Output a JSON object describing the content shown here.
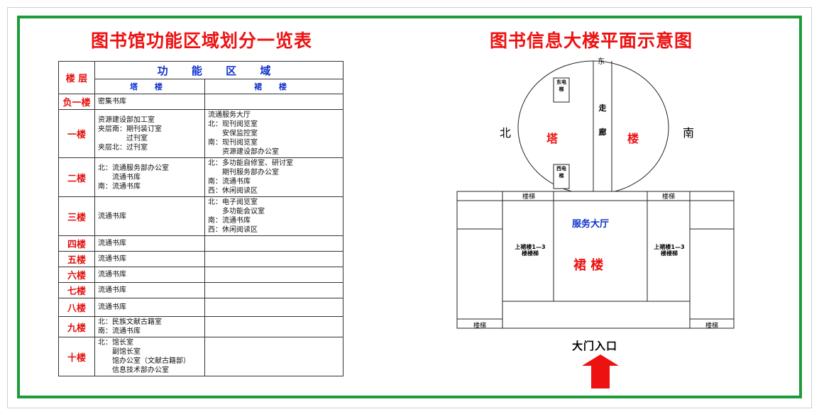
{
  "left_title": "图书馆功能区域划分一览表",
  "right_title": "图书信息大楼平面示意图",
  "table": {
    "floor_header": "楼 层",
    "function_header": "功 能 区 域",
    "tower_header": "塔 楼",
    "podium_header": "裙 楼",
    "rows": [
      {
        "floor": "负一楼",
        "tower": "密集书库",
        "podium": ""
      },
      {
        "floor": "一楼",
        "tower": "资源建设部加工室\n夹层南：期刊装订室\n　　　　过刊室\n夹层北：过刊室",
        "podium": "流通服务大厅\n北：现刊阅览室\n　　安保监控室\n南：现刊阅览室\n　　资源建设部办公室"
      },
      {
        "floor": "二楼",
        "tower": "北：流通服务部办公室\n　　流通书库\n南：流通书库",
        "podium": "北：多功能自修室、研讨室\n　　期刊服务部办公室\n南：流通书库\n西：休闲阅读区"
      },
      {
        "floor": "三楼",
        "tower": "流通书库",
        "podium": "北：电子阅览室\n　　多功能会议室\n南：流通书库\n西：休闲阅读区"
      },
      {
        "floor": "四楼",
        "tower": "流通书库",
        "podium": ""
      },
      {
        "floor": "五楼",
        "tower": "流通书库",
        "podium": ""
      },
      {
        "floor": "六楼",
        "tower": "流通书库",
        "podium": ""
      },
      {
        "floor": "七楼",
        "tower": "流通书库",
        "podium": ""
      },
      {
        "floor": "八楼",
        "tower": "流通书库",
        "podium": ""
      },
      {
        "floor": "九楼",
        "tower": "北：民族文献古籍室\n南：流通书库",
        "podium": ""
      },
      {
        "floor": "十楼",
        "tower": "北：馆长室\n　　副馆长室\n　　馆办公室（文献古籍部）\n　　信息技术部办公室",
        "podium": ""
      }
    ]
  },
  "plan": {
    "east": "东",
    "north": "北",
    "south": "南",
    "east_elevator": "东电梯",
    "west_elevator": "西电梯",
    "corridor": "走廊",
    "tower_char1": "塔",
    "tower_char2": "楼",
    "service_hall": "服务大厅",
    "podium": "裙 楼",
    "stairs": "楼梯",
    "stairs_up": "上裙楼1—3楼楼梯",
    "entrance": "大门入口"
  },
  "colors": {
    "frame": "#1f9a3a",
    "title": "#ee1111",
    "header": "#1133cc",
    "arrow": "#ee1111"
  }
}
